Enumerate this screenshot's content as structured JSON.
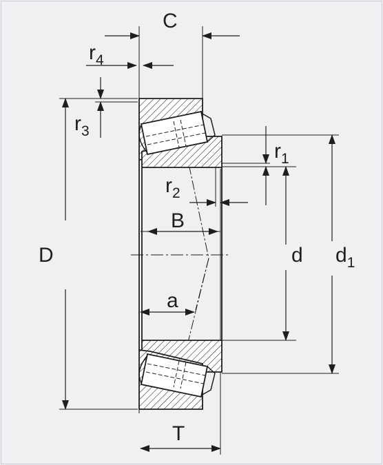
{
  "labels": {
    "C": "C",
    "r4_base": "r",
    "r4_sub": "4",
    "r3_base": "r",
    "r3_sub": "3",
    "r1_base": "r",
    "r1_sub": "1",
    "r2_base": "r",
    "r2_sub": "2",
    "B": "B",
    "D": "D",
    "d": "d",
    "d1_base": "d",
    "d1_sub": "1",
    "a": "a",
    "T": "T"
  },
  "colors": {
    "background": "#eef0f1",
    "line": "#1e1e1e",
    "hatch": "#1e1e1e",
    "fill": "#ffffff"
  }
}
